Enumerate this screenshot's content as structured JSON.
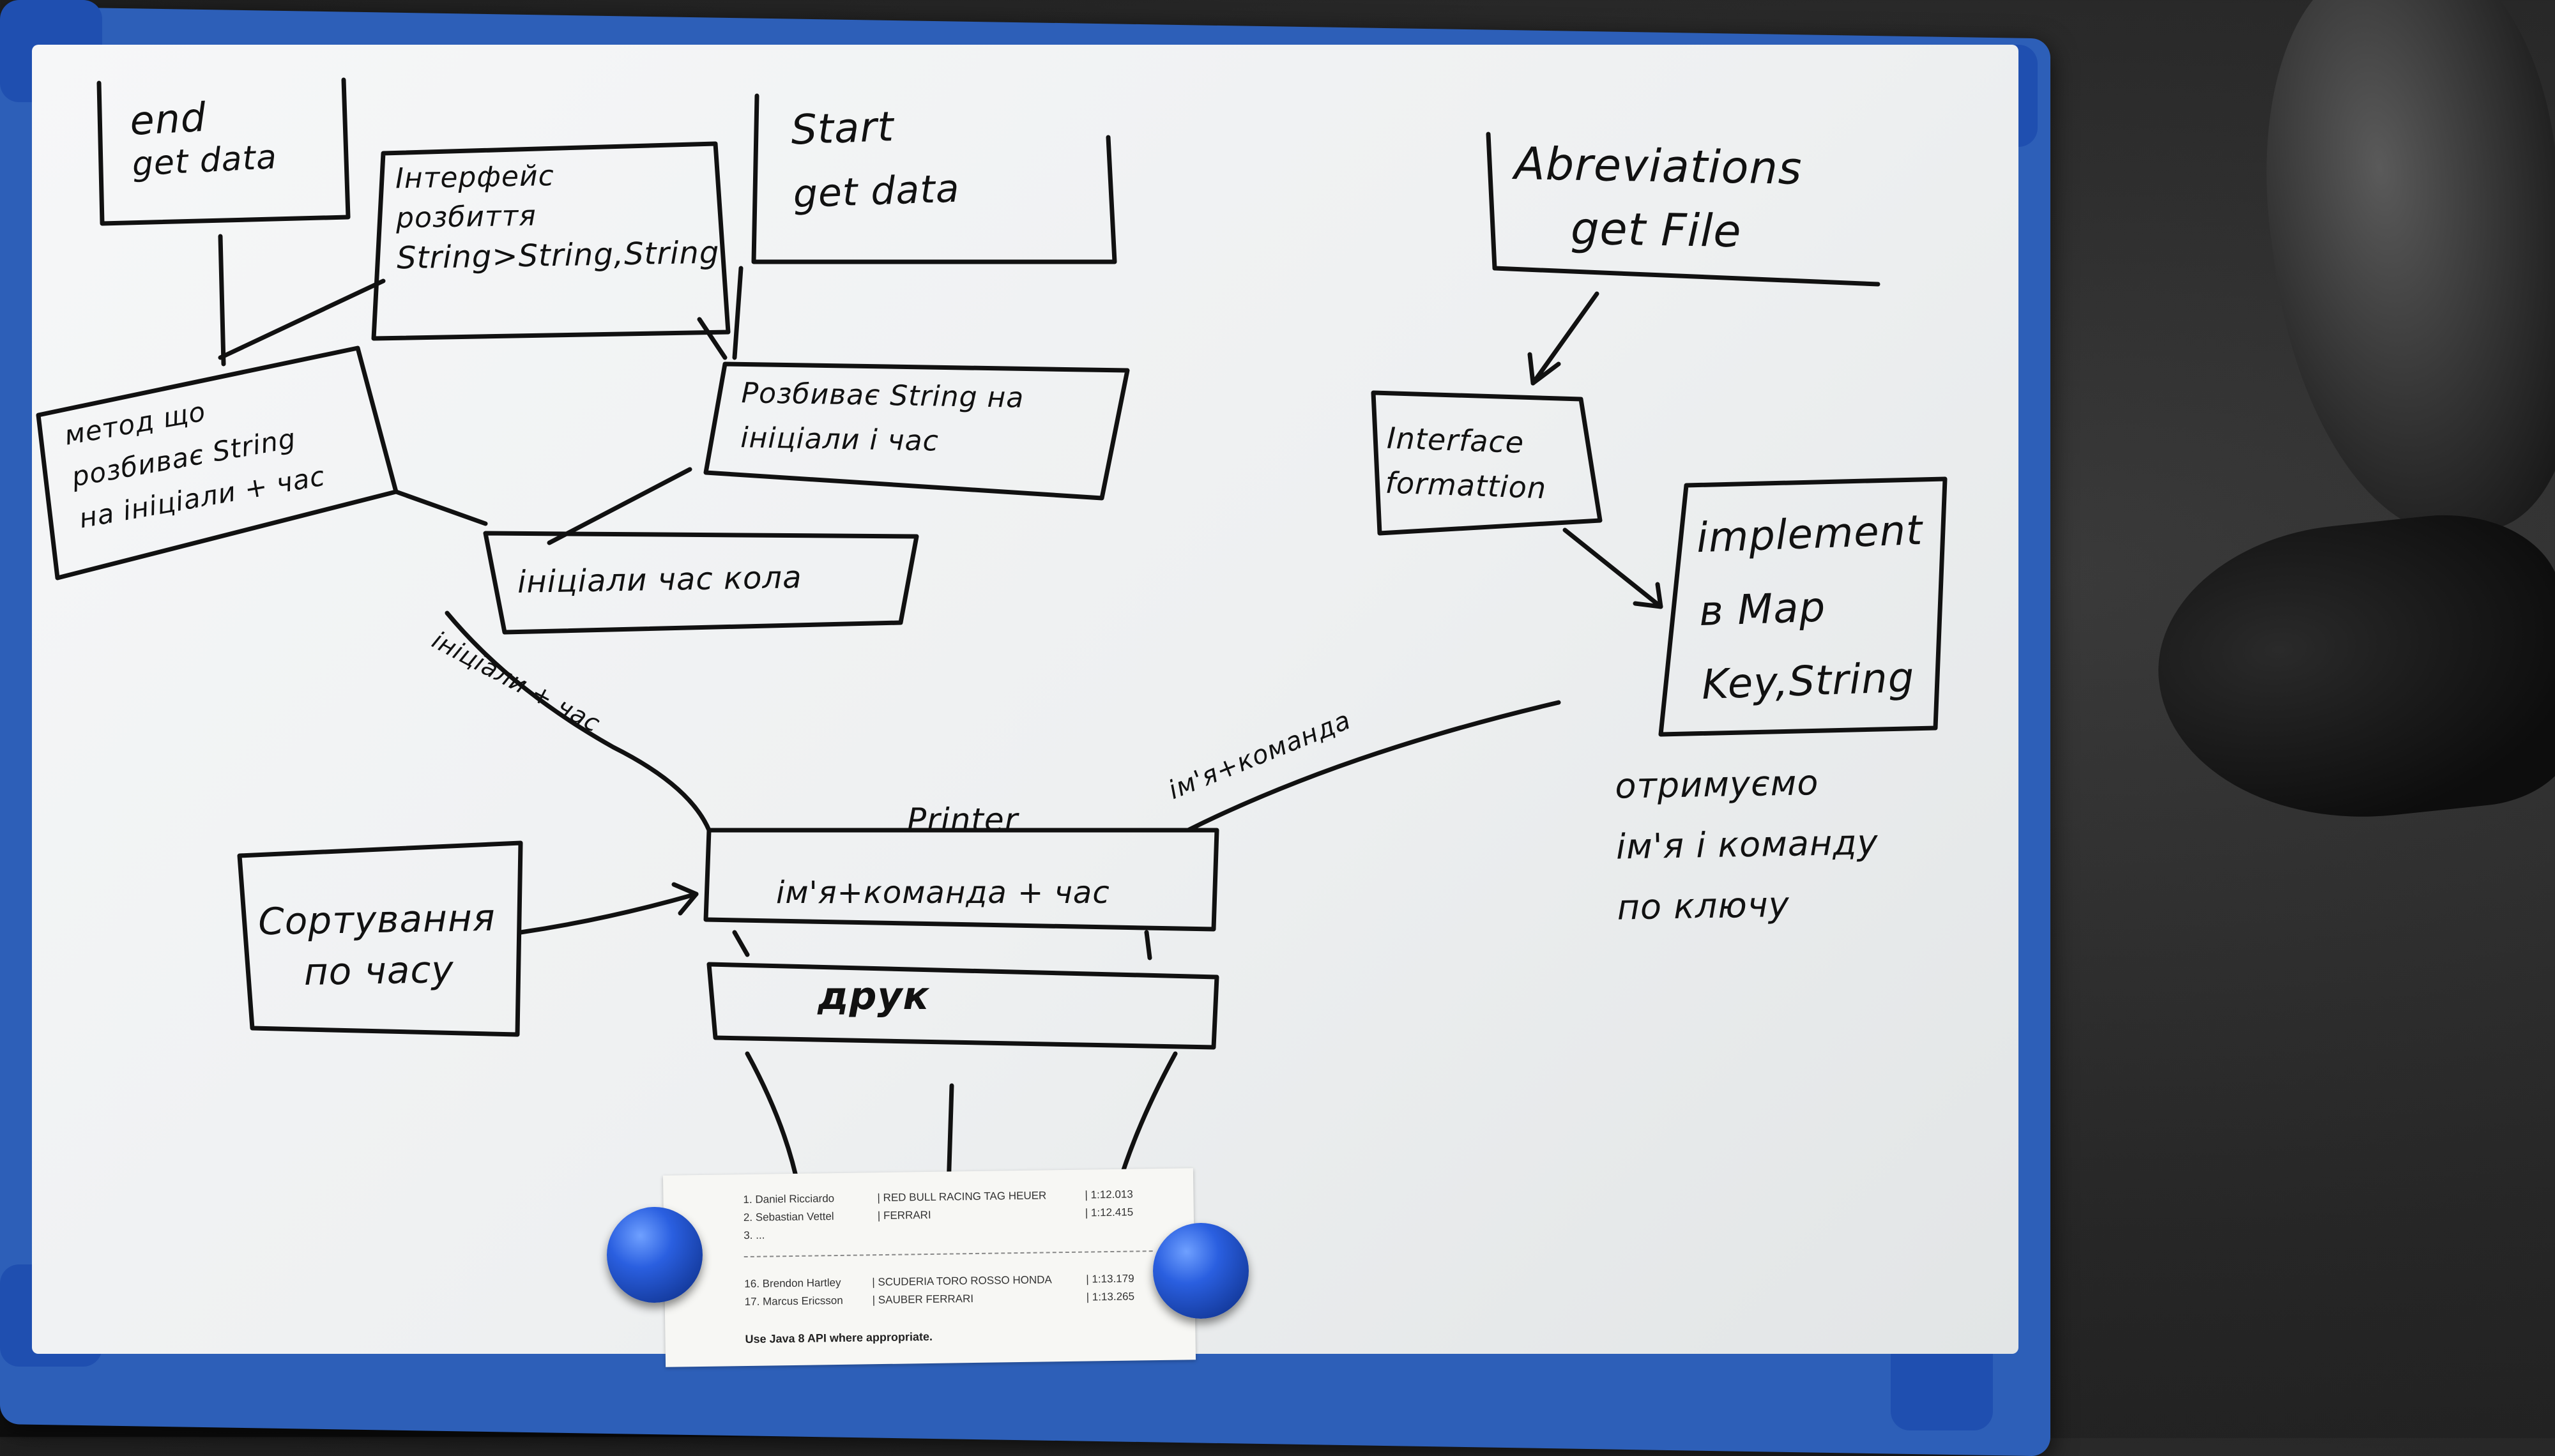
{
  "whiteboard": {
    "end_box": [
      "end",
      "get data"
    ],
    "interface_box": [
      "Інтерфейс",
      "розбиття",
      "String>String,String"
    ],
    "start_box": [
      "Start",
      "get data"
    ],
    "abbreviations_box": [
      "Abreviations",
      "get File"
    ],
    "method_box": [
      "метод що",
      "розбиває String",
      "на ініціали + час"
    ],
    "split_box": [
      "Розбиває String на",
      "ініціали і час"
    ],
    "initials_time_box": "ініціали час кола",
    "interface_format_box": [
      "Interface",
      "formattion"
    ],
    "implement_box": [
      "implement",
      "в Map",
      "Key,String"
    ],
    "get_by_key_note": [
      "отримуємо",
      "ім'я і команду",
      "по ключу"
    ],
    "arrow_label_initials": "ініціали + час",
    "arrow_label_name_team": "ім'я+команда",
    "printer_label": "Printer",
    "printer_box": "ім'я+команда + час",
    "print_box": "друк",
    "sort_box": [
      "Сортування",
      "по часу"
    ]
  },
  "printout": {
    "rows_top": [
      {
        "name": "1. Daniel Ricciardo",
        "team": "| RED BULL RACING TAG HEUER",
        "time": "| 1:12.013"
      },
      {
        "name": "2. Sebastian Vettel",
        "team": "| FERRARI",
        "time": "| 1:12.415"
      },
      {
        "name": "3. ...",
        "team": "",
        "time": ""
      }
    ],
    "rows_bottom": [
      {
        "name": "16. Brendon Hartley",
        "team": "| SCUDERIA TORO ROSSO HONDA",
        "time": "| 1:13.179"
      },
      {
        "name": "17. Marcus Ericsson",
        "team": "| SAUBER FERRARI",
        "time": "| 1:13.265"
      }
    ],
    "note": "Use Java 8 API where appropriate."
  },
  "colors": {
    "frame": "#2d5fb8",
    "board": "#f0f1f2",
    "ink": "#111111",
    "magnet": "#2a5fe0"
  }
}
